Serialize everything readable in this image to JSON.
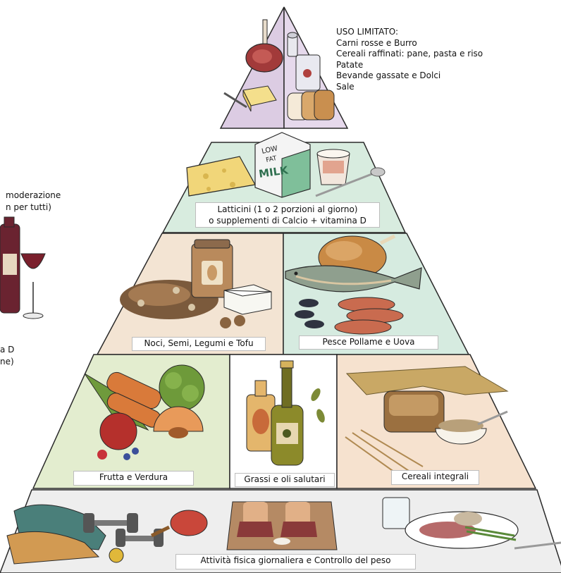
{
  "top": {
    "title": "USO LIMITATO:",
    "items": [
      "Carni rosse e Burro",
      "Cereali raffinati: pane, pasta e riso",
      "Patate",
      "Bevande gassate e Dolci",
      "Sale"
    ]
  },
  "tiers": {
    "dairy": {
      "line1": "Latticini (1 o 2 porzioni al giorno)",
      "line2": "o supplementi di Calcio + vitamina D"
    },
    "protein_left": "Noci, Semi, Legumi e Tofu",
    "protein_right": "Pesce Pollame e Uova",
    "base_left": "Frutta e Verdura",
    "base_mid": "Grassi e oli salutari",
    "base_right": "Cereali integrali",
    "foundation": "Attività fisica giornaliera e Controllo del peso"
  },
  "side": {
    "line1": "moderazione",
    "line2": "n per tutti)",
    "line3": "a D",
    "line4": "ne)"
  },
  "milk_carton": {
    "low": "LOW",
    "fat": "FAT",
    "milk": "MILK"
  },
  "colors": {
    "apex_left": "#dccce3",
    "apex_right": "#e6d9ec",
    "dairy": "#d8ecdf",
    "protein_left": "#f3e4d3",
    "protein_right": "#d6ebe0",
    "base_left": "#e3edcf",
    "base_mid": "#ffffff",
    "base_right": "#f6e2cf",
    "foundation": "#eeeeee",
    "outline": "#2a2a2a"
  }
}
